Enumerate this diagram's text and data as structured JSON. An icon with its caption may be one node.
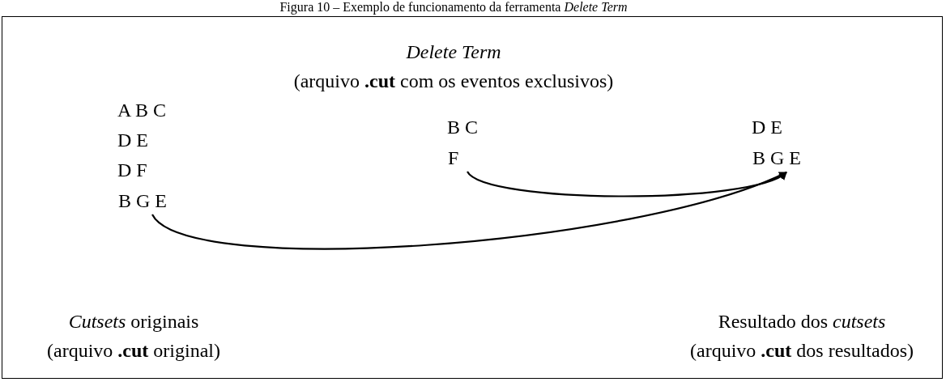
{
  "diagram": {
    "title": "Figura 10 – Exemplo de funcionamento da ferramenta *Delete Term*",
    "nodes": [
      {
        "text": [],
        "shape": "box"
      },
      {
        "text": [
          "B G E"
        ],
        "in": 0
      },
      {
        "text": [
          "F"
        ],
        "in": 0
      },
      {
        "text": [
          "B G E"
        ],
        "in": 0
      }
    ],
    "edges": [
      {
        "from": 2,
        "to": 3,
        "arrow": "to"
      },
      {
        "from": 1,
        "to": 3,
        "arrow": "to"
      }
    ],
    "labels": [
      "Delete Term",
      "(arquivo **.cut** com os eventos exclusivos)",
      "A B C",
      "D E",
      "D F",
      "B C",
      "D E",
      "*Cutsets* originais",
      "(arquivo **.cut** original)",
      "Resultado dos *cutsets*",
      "(arquivo **.cut** dos resultados)"
    ]
  }
}
